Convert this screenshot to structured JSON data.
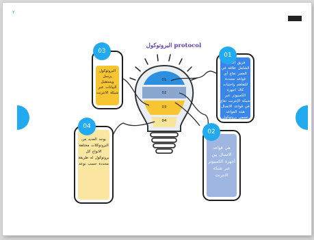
{
  "page": {
    "corner_mark": "٢",
    "title": "البروتوكول protocol"
  },
  "bulb": {
    "layers": [
      {
        "label": "01",
        "color": "#2d8fe0"
      },
      {
        "label": "02",
        "color": "#8aa7cf"
      },
      {
        "label": "03",
        "color": "#f7c531"
      },
      {
        "label": "04",
        "color": "#f6e59a"
      }
    ]
  },
  "cards": [
    {
      "number": "01",
      "text": "فريق العالب الشامل علاقة في العصر تعاع أي قواعد محددة للتفاهم واحتيات كاك اجهزة الكمبيوتر عبر شبكة الإنترنت تعاع في قواعد الاتصال هذه القواعد تسمى بروتوكول",
      "fill": "#3a86e8"
    },
    {
      "number": "02",
      "text": "هي قواعد الاتصال بين أجهزة الكمبيوتر عبر شبكة الانترنت",
      "fill": "#9fb6e0"
    },
    {
      "number": "03",
      "text": "البروتوكول يرسل ويستقبل البيانات عبر شبكة الانترنت",
      "fill": "#f7c531"
    },
    {
      "number": "04",
      "text": "يوجد العديد من البروتوكلات مختلفة الانواع كل بروتوكول له طريقة محددة حسب نوعه",
      "fill": "#fbe7a1"
    }
  ],
  "colors": {
    "accent": "#22aaf0",
    "title": "#5c3dbf",
    "outline": "#1e1e1e"
  }
}
